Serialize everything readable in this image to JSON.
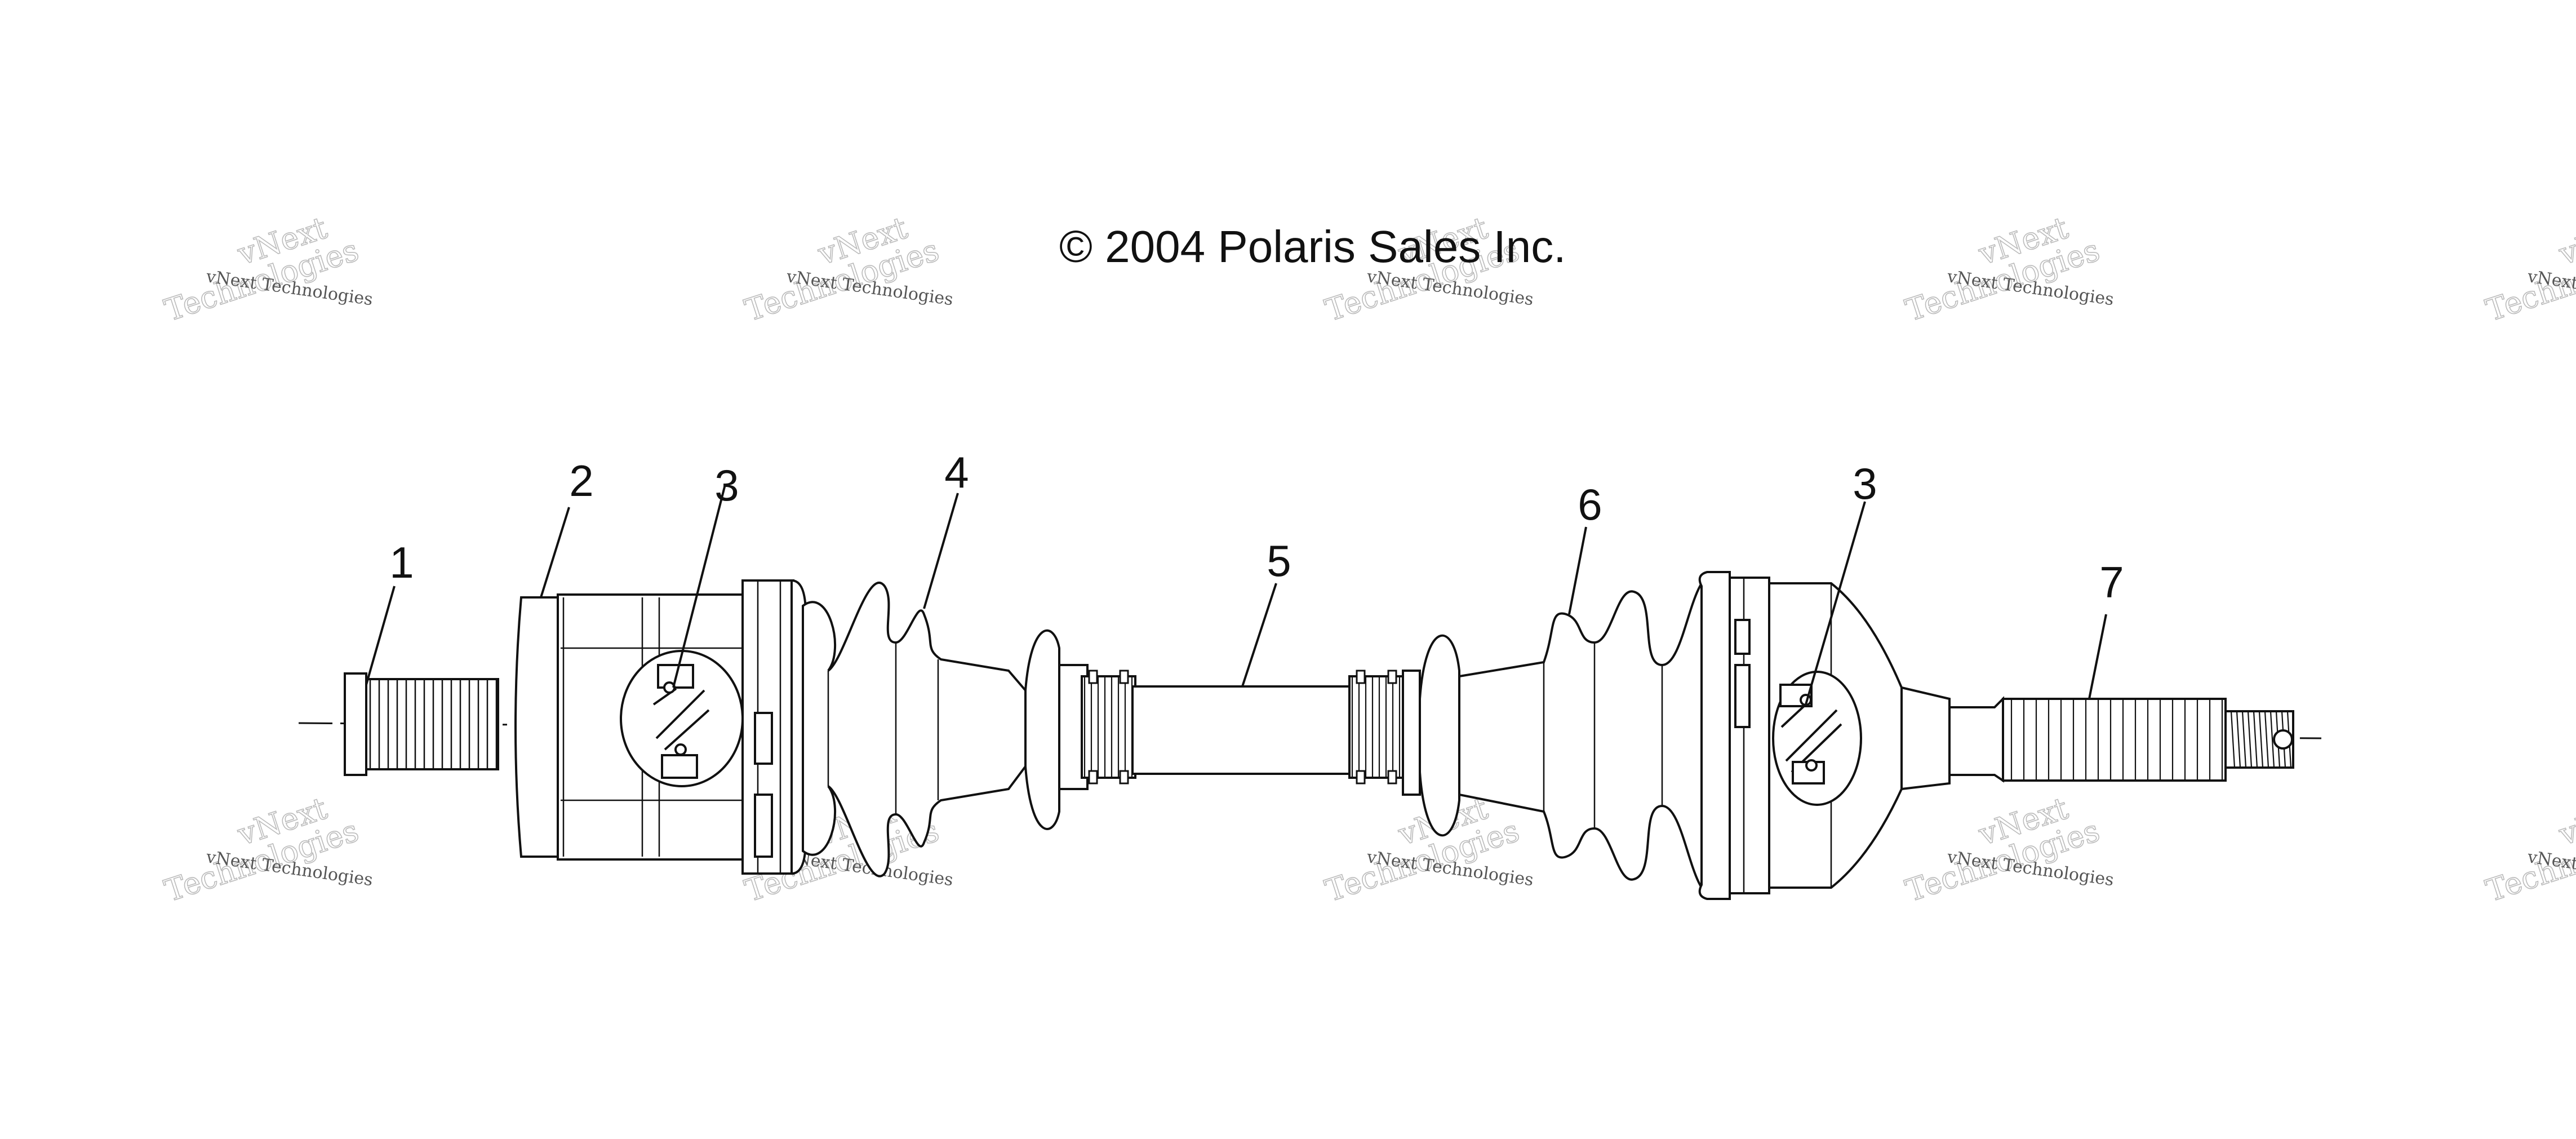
{
  "copyright": "© 2004 Polaris Sales Inc.",
  "callouts": [
    {
      "id": "c1",
      "label": "1"
    },
    {
      "id": "c2",
      "label": "2"
    },
    {
      "id": "c3a",
      "label": "3"
    },
    {
      "id": "c4",
      "label": "4"
    },
    {
      "id": "c5",
      "label": "5"
    },
    {
      "id": "c6",
      "label": "6"
    },
    {
      "id": "c3b",
      "label": "3"
    },
    {
      "id": "c7",
      "label": "7"
    }
  ],
  "watermark": {
    "line1": "vNext Technologies",
    "line2": "vNext",
    "line3": "Technologies"
  }
}
